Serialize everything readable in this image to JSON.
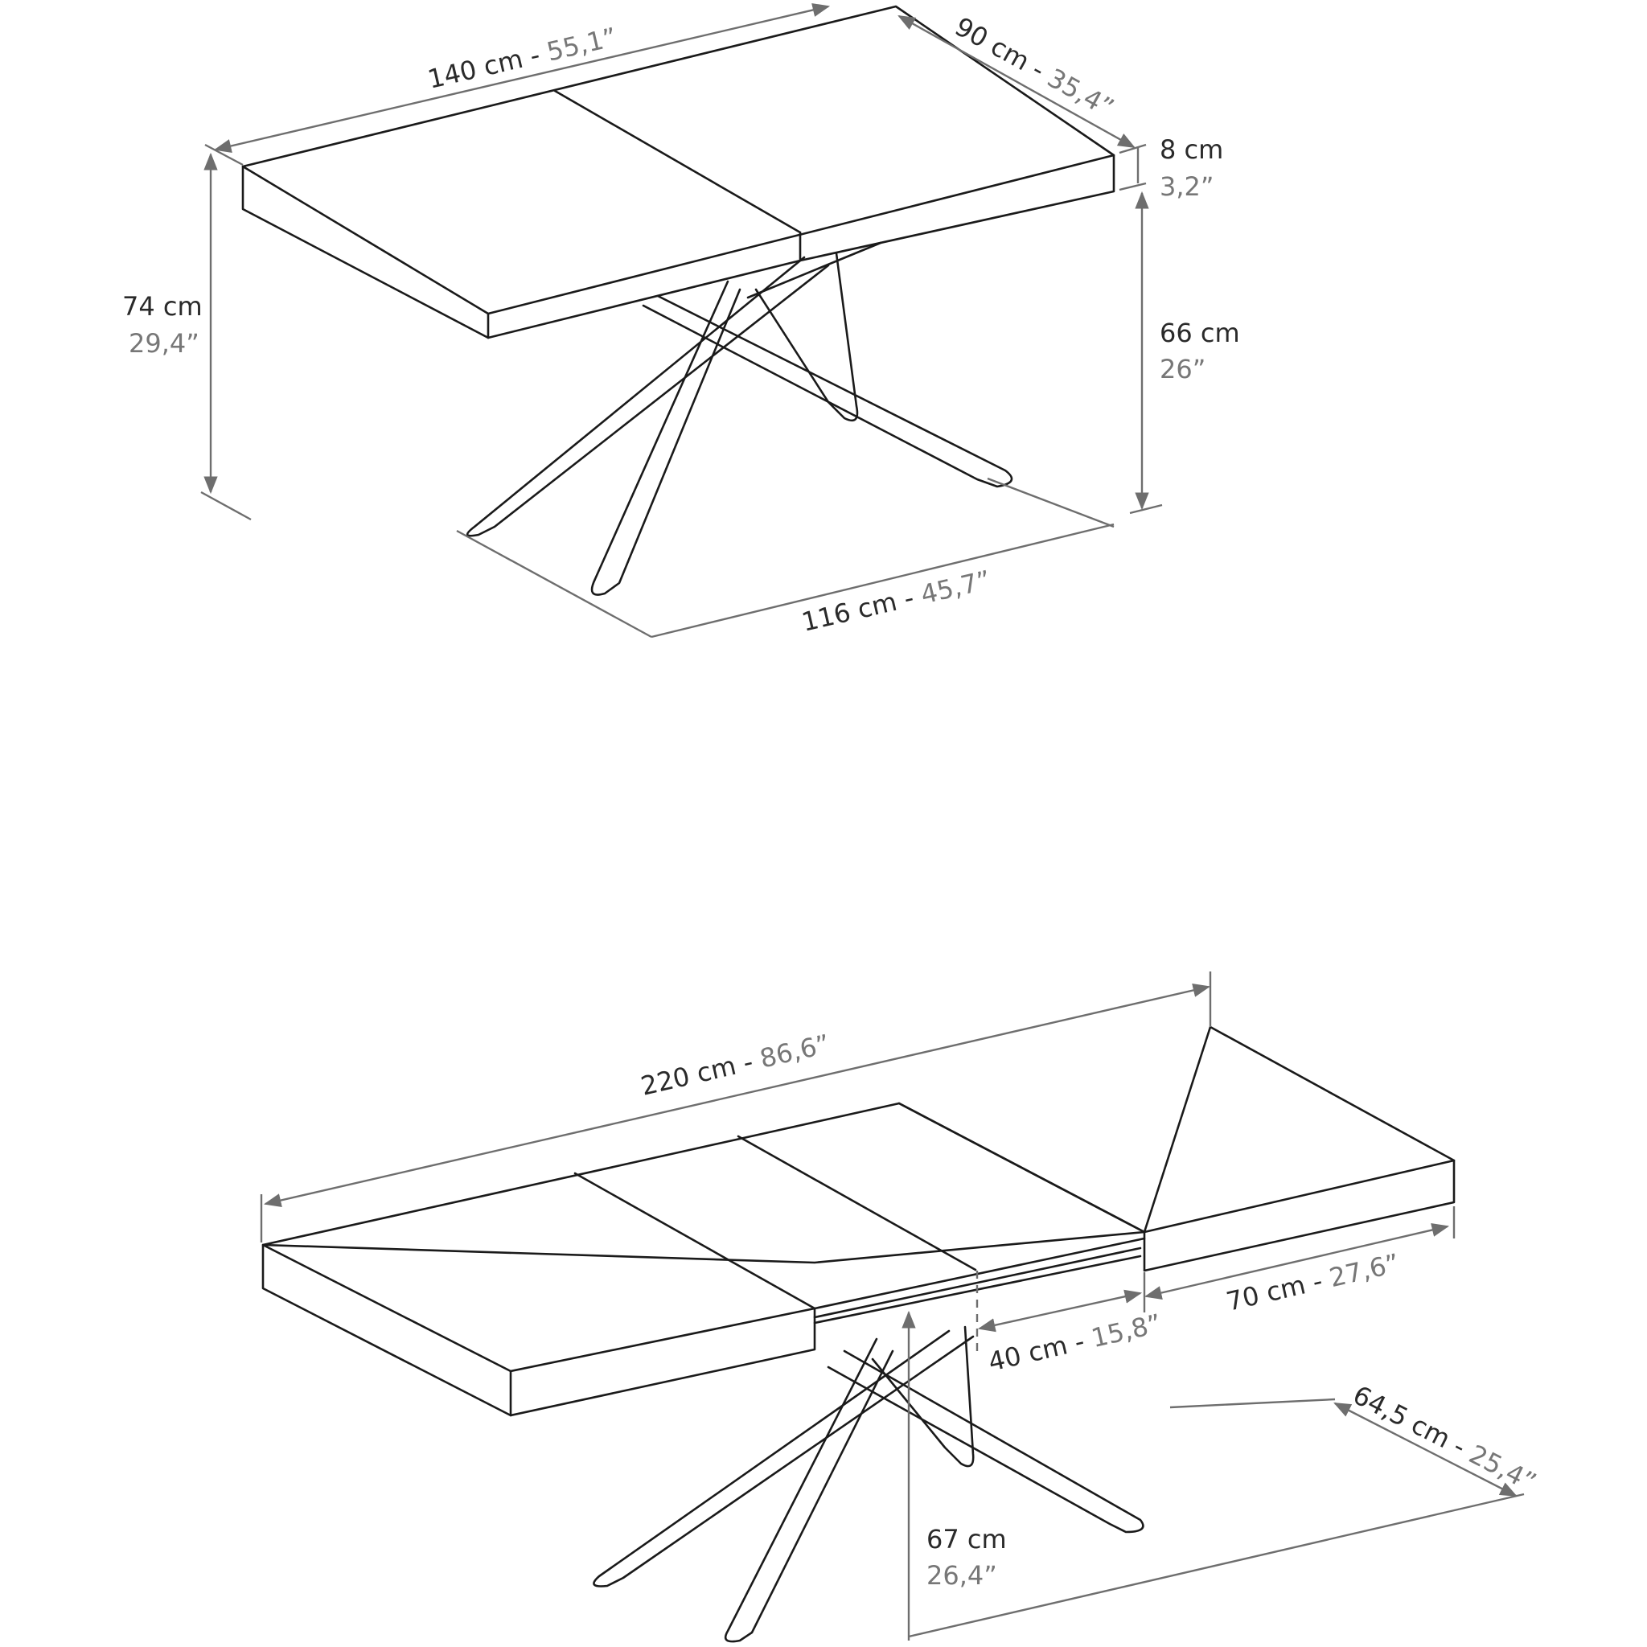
{
  "diagram": {
    "type": "technical-dimension-drawing",
    "colors": {
      "line": "#1a1a1a",
      "dimension": "#6e6e6e",
      "text_cm": "#2a2a2a",
      "text_in": "#777777"
    },
    "closed_table": {
      "length": {
        "cm": "140 cm",
        "sep": " - ",
        "in": "55,1”"
      },
      "depth": {
        "cm": "90 cm",
        "sep": " - ",
        "in": "35,4”"
      },
      "top_thickness": {
        "cm": "8 cm",
        "in": "3,2”"
      },
      "height": {
        "cm": "74 cm",
        "in": "29,4”"
      },
      "under_top_height": {
        "cm": "66 cm",
        "in": "26”"
      },
      "leg_span": {
        "cm": "116 cm",
        "sep": " - ",
        "in": "45,7”"
      }
    },
    "extended_table": {
      "length": {
        "cm": "220 cm",
        "sep": " - ",
        "in": "86,6”"
      },
      "end_section": {
        "cm": "70 cm",
        "sep": " - ",
        "in": "27,6”"
      },
      "extension_leaf": {
        "cm": "40 cm",
        "sep": " - ",
        "in": "15,8”"
      },
      "leg_clearance_depth": {
        "cm": "64,5 cm",
        "sep": " - ",
        "in": "25,4”"
      },
      "under_top_height": {
        "cm": "67 cm",
        "in": "26,4”"
      }
    }
  }
}
